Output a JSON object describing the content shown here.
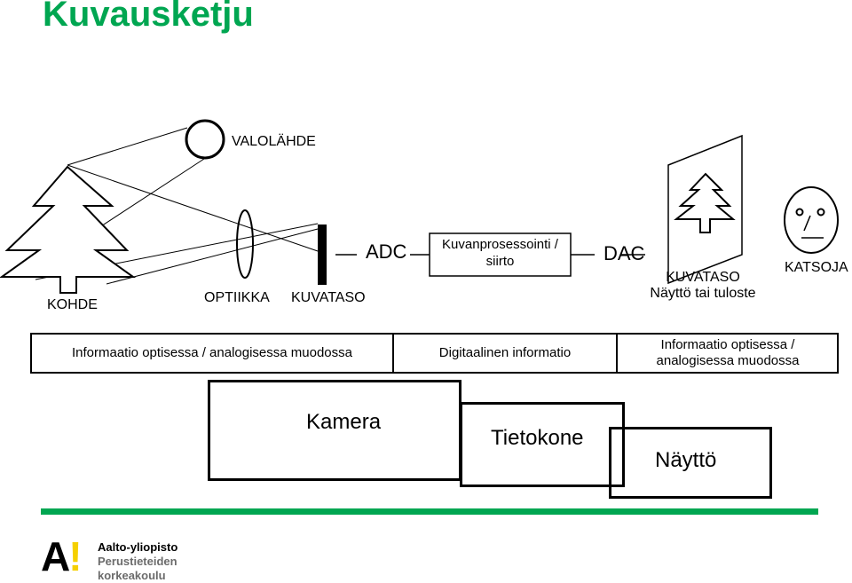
{
  "title": "Kuvausketju",
  "labels": {
    "light_source": "VALOLÄHDE",
    "object": "KOHDE",
    "optics": "OPTIIKKA",
    "sensor": "KUVATASO",
    "adc": "ADC",
    "processing": "Kuvanprosessointi /\nsiirto",
    "dac": "DAC",
    "display_plane": "KUVATASO\nNäyttö tai tuloste",
    "viewer": "KATSOJA"
  },
  "info_bar": [
    "Informaatio optisessa / analogisessa muodossa",
    "Digitaalinen informatio",
    "Informaatio optisessa /\nanalogisessa muodossa"
  ],
  "process_boxes": [
    "Kamera",
    "Tietokone",
    "Näyttö"
  ],
  "logo": {
    "mark": "A!",
    "lines": [
      "Aalto-yliopisto",
      "Perustieteiden",
      "korkeakoulu"
    ]
  },
  "colors": {
    "brand_green": "#00a651",
    "line": "#000000"
  }
}
